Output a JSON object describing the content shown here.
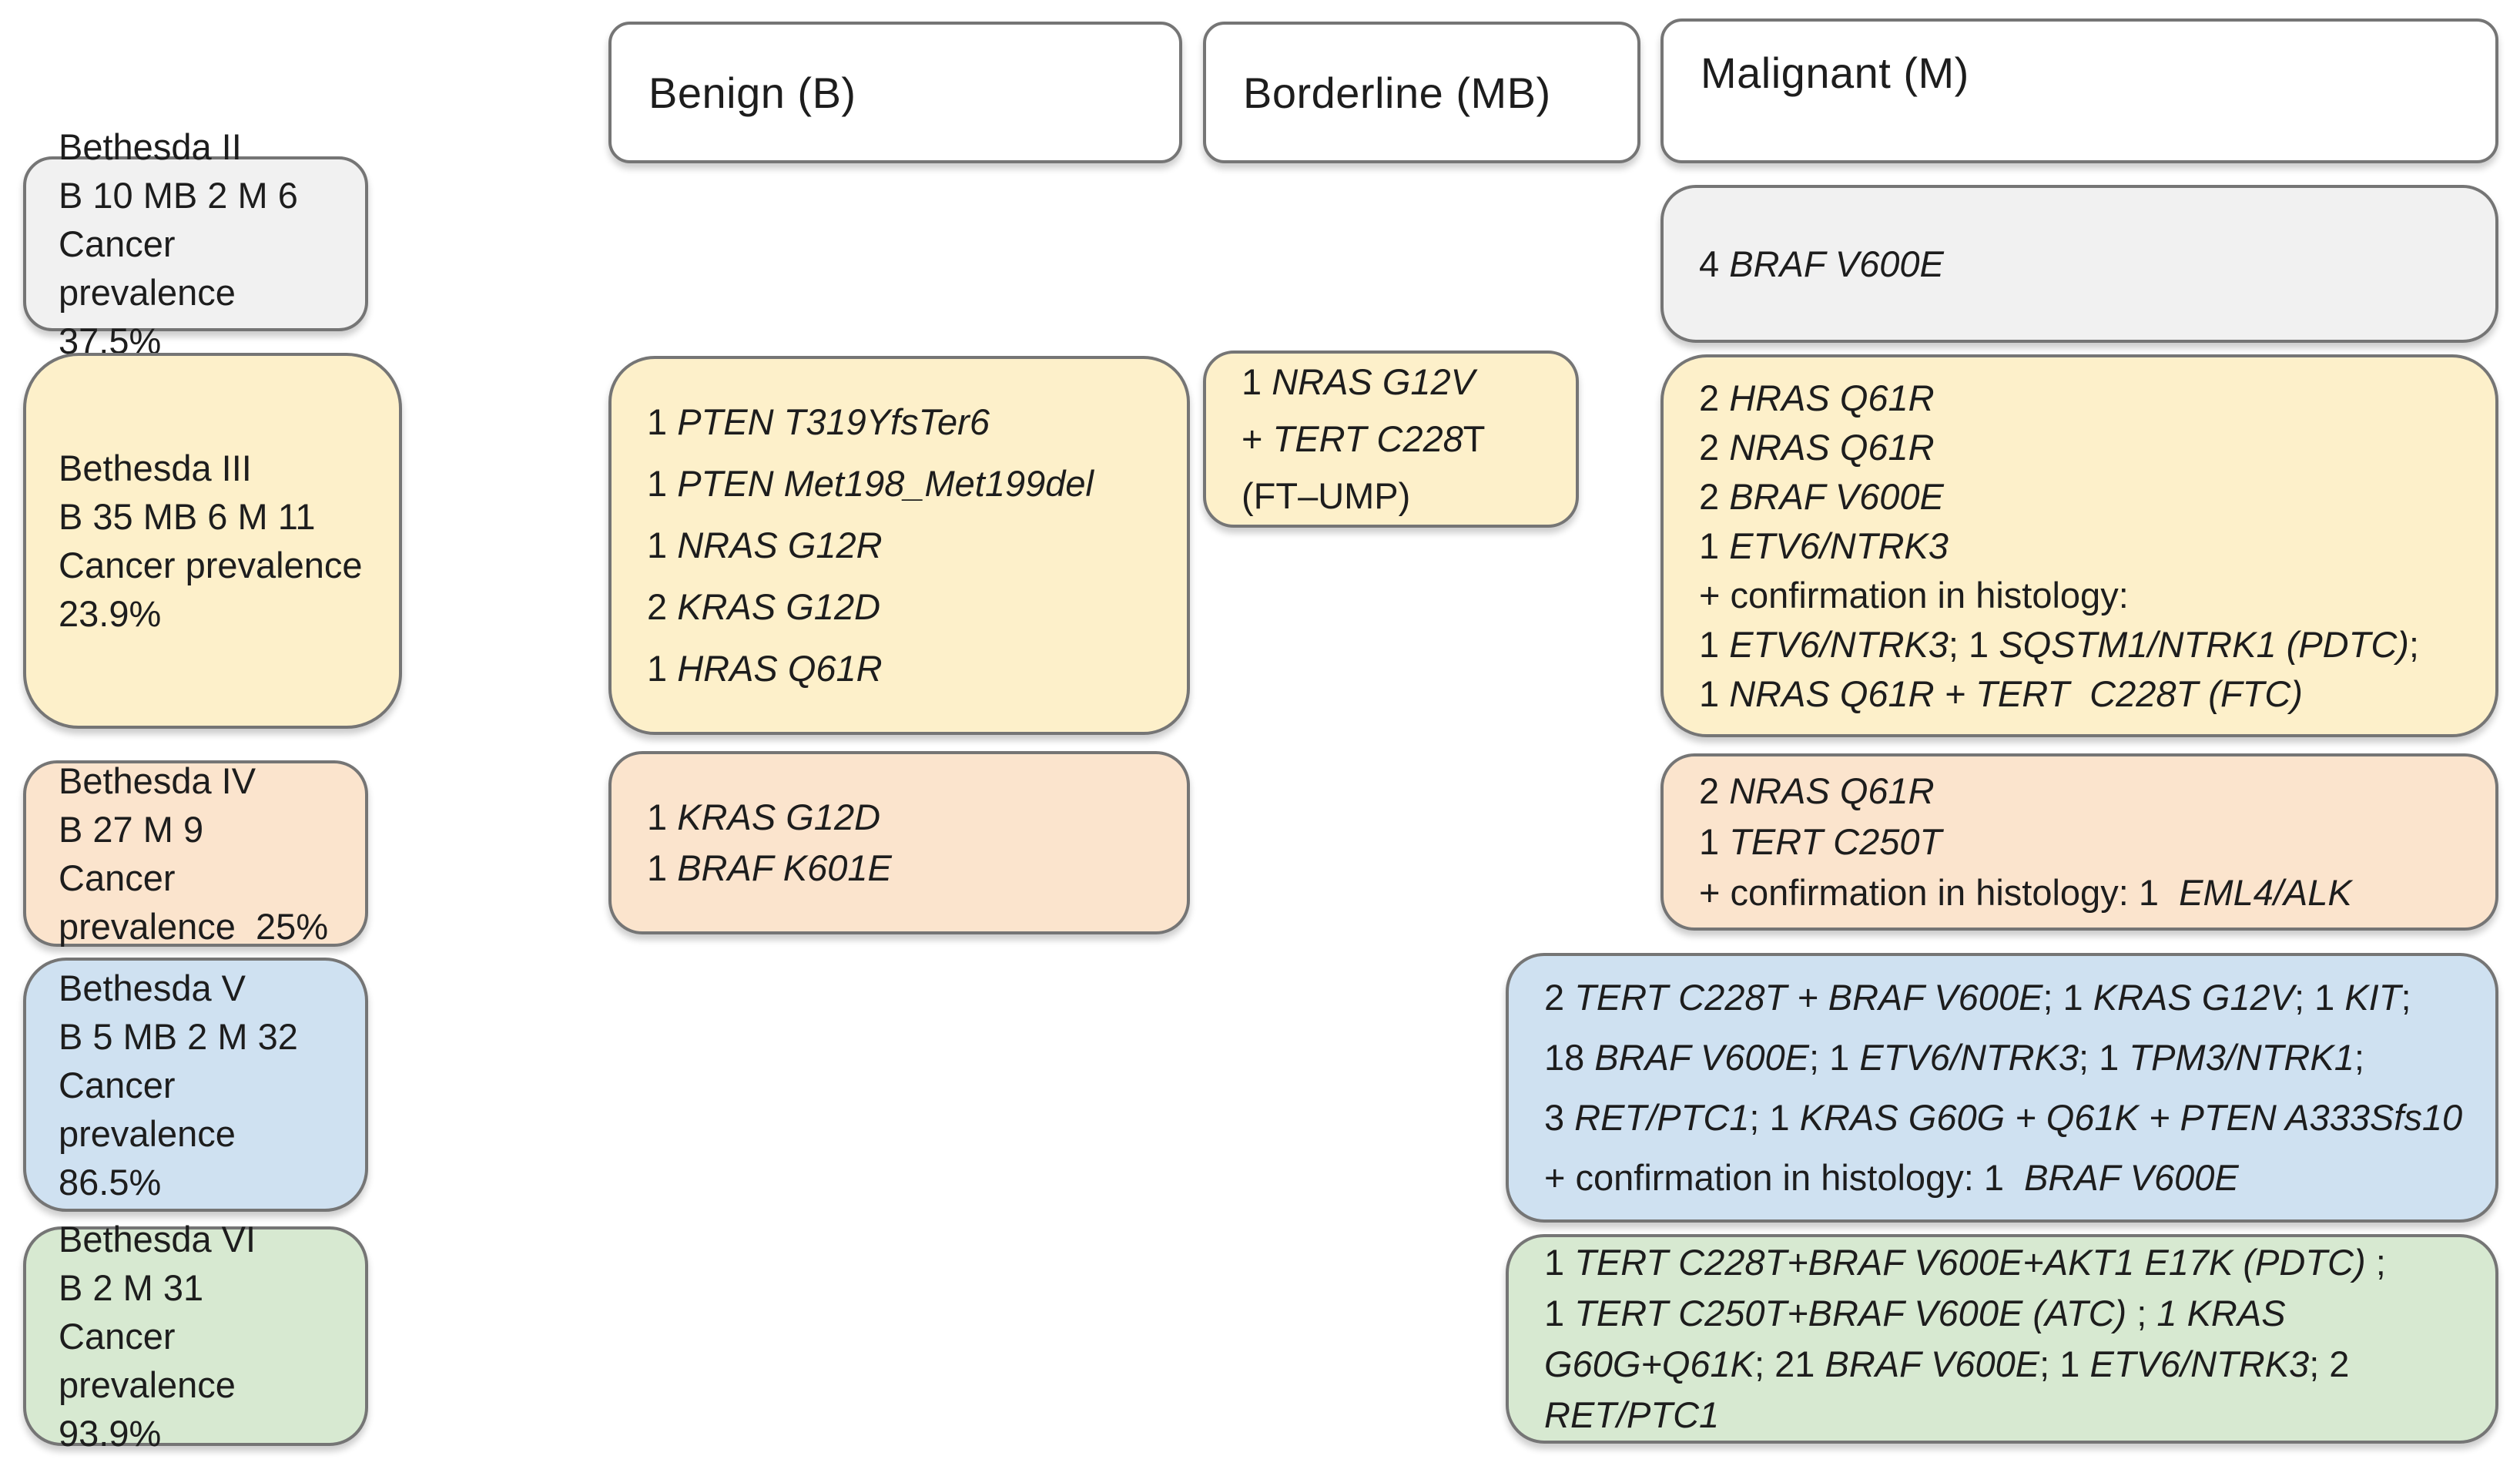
{
  "palette": {
    "box_border": "#757575",
    "gray": "#f1f1f1",
    "yellow": "#fdf0ca",
    "peach": "#fbe4cd",
    "blue": "#cfe1f1",
    "green": "#d7e9d1",
    "text": "#1d1d1d"
  },
  "headers": {
    "benign": "Benign (B)",
    "borderline": "Borderline (MB)",
    "malignant": "Malignant (M)"
  },
  "rows": [
    {
      "id": "bethesda-ii",
      "color": "gray",
      "label": {
        "title": "Bethesda II",
        "counts": "B 10 MB 2 M 6",
        "prevalence": "Cancer prevalence 37.5%"
      },
      "malignant": {
        "lines": [
          [
            {
              "t": "4 "
            },
            {
              "t": "BRAF V600E",
              "i": 1
            }
          ]
        ]
      }
    },
    {
      "id": "bethesda-iii",
      "color": "yellow",
      "label": {
        "title": "Bethesda III",
        "counts": "B 35 MB 6 M 11",
        "prevalence": "Cancer prevalence  23.9%"
      },
      "benign": {
        "lines": [
          [
            {
              "t": "1 "
            },
            {
              "t": "PTEN T319YfsTer6",
              "i": 1
            }
          ],
          [
            {
              "t": "1 "
            },
            {
              "t": "PTEN Met198_Met199del",
              "i": 1
            }
          ],
          [
            {
              "t": "1 "
            },
            {
              "t": "NRAS G12R",
              "i": 1
            }
          ],
          [
            {
              "t": "2 "
            },
            {
              "t": "KRAS G12D",
              "i": 1
            }
          ],
          [
            {
              "t": "1 "
            },
            {
              "t": "HRAS Q61R",
              "i": 1
            }
          ]
        ]
      },
      "borderline": {
        "lines": [
          [
            {
              "t": "1 "
            },
            {
              "t": "NRAS G12V",
              "i": 1
            }
          ],
          [
            {
              "t": "+ "
            },
            {
              "t": "TERT C228",
              "i": 1
            },
            {
              "t": "T"
            }
          ],
          [
            {
              "t": "(FT–UMP)"
            }
          ]
        ]
      },
      "malignant": {
        "lines": [
          [
            {
              "t": "2 "
            },
            {
              "t": "HRAS Q61R",
              "i": 1
            }
          ],
          [
            {
              "t": "2 "
            },
            {
              "t": "NRAS Q61R",
              "i": 1
            }
          ],
          [
            {
              "t": "2 "
            },
            {
              "t": "BRAF V600E",
              "i": 1
            }
          ],
          [
            {
              "t": "1 "
            },
            {
              "t": "ETV6/NTRK3",
              "i": 1
            }
          ],
          [
            {
              "t": "+ confirmation in histology:"
            }
          ],
          [
            {
              "t": "1 "
            },
            {
              "t": "ETV6/NTRK3",
              "i": 1
            },
            {
              "t": "; 1 "
            },
            {
              "t": "SQSTM1/NTRK1 (PDTC)",
              "i": 1
            },
            {
              "t": ";"
            }
          ],
          [
            {
              "t": "1 "
            },
            {
              "t": "NRAS Q61R + TERT  C228T (FTC)",
              "i": 1
            }
          ]
        ]
      }
    },
    {
      "id": "bethesda-iv",
      "color": "peach",
      "label": {
        "title": "Bethesda IV",
        "counts": "B 27 M 9",
        "prevalence": "Cancer prevalence  25%"
      },
      "benign": {
        "lines": [
          [
            {
              "t": "1 "
            },
            {
              "t": "KRAS G12D",
              "i": 1
            }
          ],
          [
            {
              "t": "1 "
            },
            {
              "t": "BRAF K601E",
              "i": 1
            }
          ]
        ]
      },
      "malignant": {
        "lines": [
          [
            {
              "t": "2 "
            },
            {
              "t": "NRAS Q61R",
              "i": 1
            }
          ],
          [
            {
              "t": "1 "
            },
            {
              "t": "TERT C250T",
              "i": 1
            }
          ],
          [
            {
              "t": "+ confirmation in histology: 1  "
            },
            {
              "t": "EML4/ALK",
              "i": 1
            }
          ]
        ]
      }
    },
    {
      "id": "bethesda-v",
      "color": "blue",
      "label": {
        "title": "Bethesda V",
        "counts": "B 5 MB 2 M 32",
        "prevalence": "Cancer prevalence  86.5%"
      },
      "malignant": {
        "lines": [
          [
            {
              "t": "2 "
            },
            {
              "t": "TERT C228T + BRAF V600E",
              "i": 1
            },
            {
              "t": "; 1 "
            },
            {
              "t": "KRAS G12V",
              "i": 1
            },
            {
              "t": "; 1 "
            },
            {
              "t": "KIT",
              "i": 1
            },
            {
              "t": ";"
            }
          ],
          [
            {
              "t": "18 "
            },
            {
              "t": "BRAF V600E",
              "i": 1
            },
            {
              "t": "; 1 "
            },
            {
              "t": "ETV6/NTRK3",
              "i": 1
            },
            {
              "t": "; 1 "
            },
            {
              "t": "TPM3/NTRK1",
              "i": 1
            },
            {
              "t": ";"
            }
          ],
          [
            {
              "t": "3 "
            },
            {
              "t": "RET/PTC1",
              "i": 1
            },
            {
              "t": "; 1 "
            },
            {
              "t": "KRAS G60G + Q61K + PTEN A333Sfs10",
              "i": 1
            }
          ],
          [
            {
              "t": "+ confirmation in histology: 1  "
            },
            {
              "t": "BRAF V600E",
              "i": 1
            }
          ]
        ]
      }
    },
    {
      "id": "bethesda-vi",
      "color": "green",
      "label": {
        "title": "Bethesda VI",
        "counts": "B 2 M 31",
        "prevalence": "Cancer prevalence  93.9%"
      },
      "malignant": {
        "lines": [
          [
            {
              "t": "1 "
            },
            {
              "t": "TERT C228T+BRAF V600E+AKT1 E17K (PDTC)",
              "i": 1
            },
            {
              "t": " ;"
            }
          ],
          [
            {
              "t": "1 "
            },
            {
              "t": "TERT C250T+BRAF V600E (ATC)",
              "i": 1
            },
            {
              "t": " ; "
            },
            {
              "t": "1 KRAS",
              "i": 1
            }
          ],
          [
            {
              "t": "G60G+Q61K",
              "i": 1
            },
            {
              "t": "; 21 "
            },
            {
              "t": "BRAF V600E",
              "i": 1
            },
            {
              "t": "; 1 "
            },
            {
              "t": "ETV6/NTRK3",
              "i": 1
            },
            {
              "t": "; 2"
            }
          ],
          [
            {
              "t": "RET/PTC1",
              "i": 1
            }
          ]
        ]
      }
    }
  ]
}
